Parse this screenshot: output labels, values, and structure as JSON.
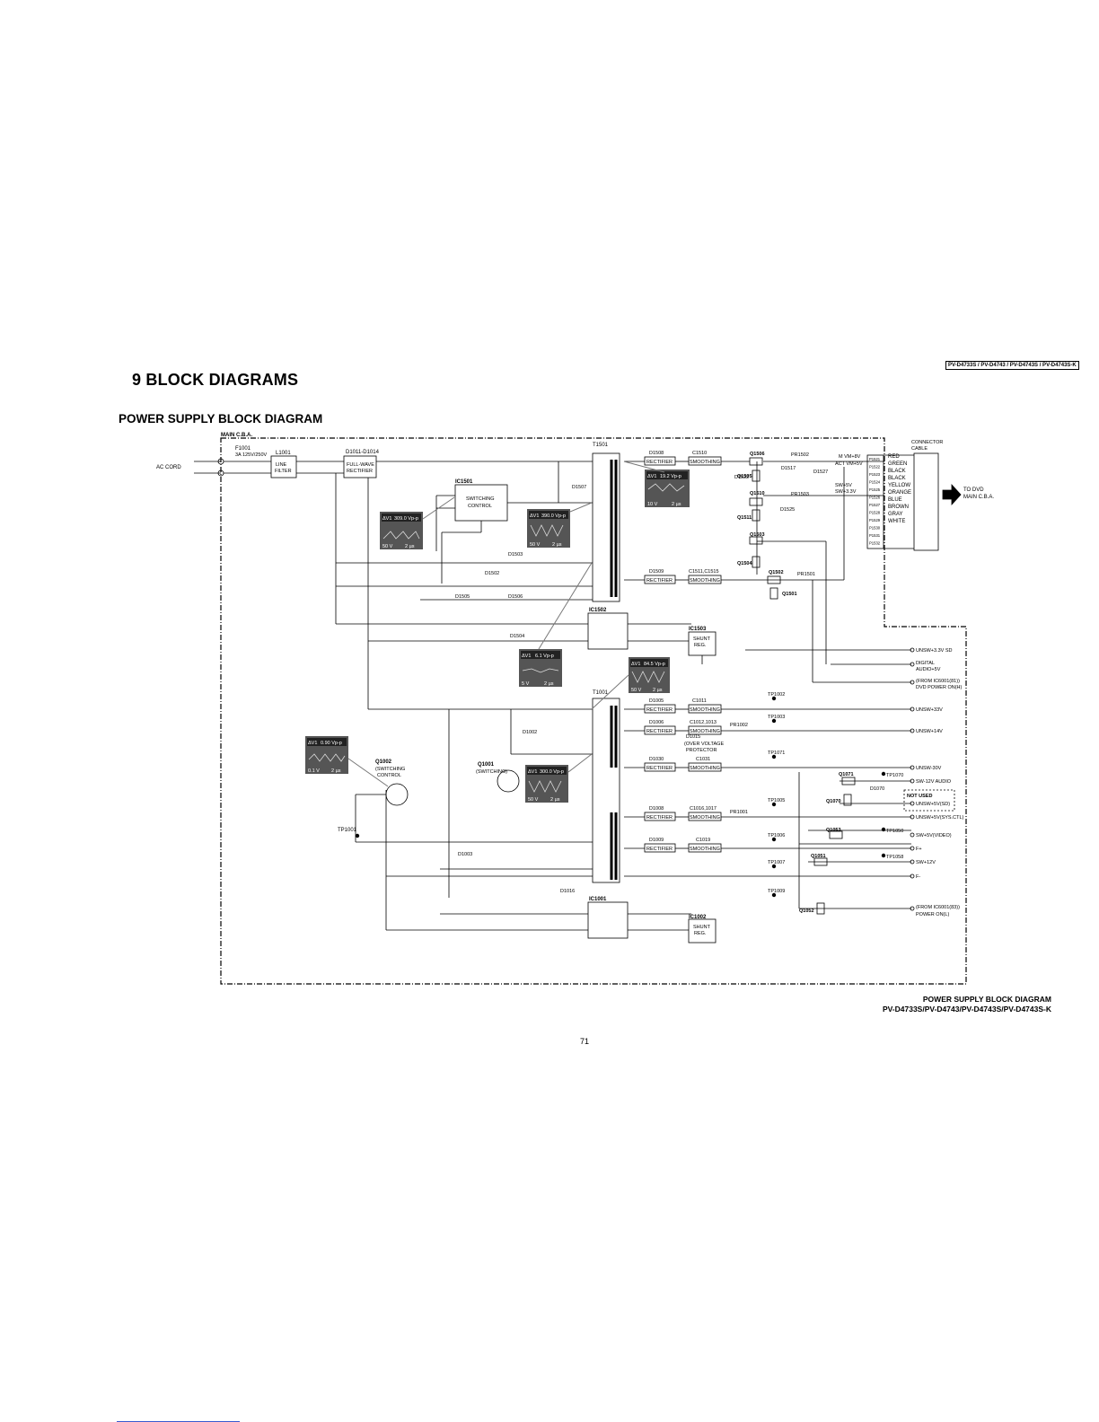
{
  "header": {
    "model_box": "PV-D4733S / PV-D4743 / PV-D4743S / PV-D4743S-K",
    "section_title": "9   BLOCK DIAGRAMS",
    "diagram_title": "POWER SUPPLY BLOCK DIAGRAM"
  },
  "footer": {
    "caption_line1": "POWER SUPPLY BLOCK DIAGRAM",
    "caption_line2": "PV-D4733S/PV-D4743/PV-D4743S/PV-D4743S-K",
    "page_number": "71"
  },
  "diagram": {
    "board_label": "MAIN C.B.A.",
    "ac_cord": "AC CORD",
    "fuse": {
      "ref": "F1001",
      "rating": "3A 125V/250V"
    },
    "line_filter": {
      "ref": "L1001",
      "line1": "LINE",
      "line2": "FILTER"
    },
    "rectifier_main": {
      "ref": "D1011-D1014",
      "line1": "FULL-WAVE",
      "line2": "RECTIFIER"
    },
    "ic1501": {
      "ref": "IC1501",
      "line1": "SWITCHING",
      "line2": "CONTROL"
    },
    "t1501": "T1501",
    "t1001": "T1001",
    "ic1502": "IC1502",
    "ic1503": {
      "ref": "IC1503",
      "line1": "SHUNT",
      "line2": "REG."
    },
    "ic1001": "IC1001",
    "ic1002": {
      "ref": "IC1002",
      "line1": "SHUNT",
      "line2": "REG."
    },
    "q1002": {
      "ref": "Q1002",
      "line1": "(SWITCHING",
      "line2": "CONTROL"
    },
    "q1001": {
      "ref": "Q1001",
      "line1": "(SWITCHING)"
    },
    "diodes": {
      "d1507": "D1507",
      "d1502": "D1502",
      "d1503": "D1503",
      "d1505": "D1505",
      "d1506": "D1506",
      "d1504": "D1504",
      "d1002": "D1002",
      "d1003": "D1003",
      "d1016": "D1016",
      "d1517": "D1517",
      "d1527": "D1527",
      "d1522": "D1522",
      "d1525": "D1525",
      "d1070": "D1070",
      "d1015": "D1015"
    },
    "d1015_note": {
      "line1": "(OVER VOLTAGE",
      "line2": "PROTECTOR"
    },
    "tp1001": "TP1001",
    "scopes": [
      {
        "v": "309.0 Vp-p",
        "scale": "50 V",
        "time": "2 µs"
      },
      {
        "v": "390.0 Vp-p",
        "scale": "50 V",
        "time": "2 µs"
      },
      {
        "v": "19.2 Vp-p",
        "scale": "10 V",
        "time": "2 µs"
      },
      {
        "v": "6.1 Vp-p",
        "scale": "5 V",
        "time": "2 µs"
      },
      {
        "v": "84.5 Vp-p",
        "scale": "50 V",
        "time": "2 µs"
      },
      {
        "v": "0.90 Vp-p",
        "scale": "0.1 V",
        "time": "2 µs"
      },
      {
        "v": "300.0 Vp-p",
        "scale": "50 V",
        "time": "2 µs"
      }
    ],
    "scope_delta": "ΔV1",
    "secondary_1501": [
      {
        "diode": "D1508",
        "cap": "C1510",
        "rect": "RECTIFIER",
        "smooth": "SMOOTHING"
      },
      {
        "diode": "D1509",
        "cap": "C1511,C1515",
        "rect": "RECTIFIER",
        "smooth": "SMOOTHING"
      }
    ],
    "secondary_1001": [
      {
        "diode": "D1005",
        "cap": "C1011",
        "rect": "RECTIFIER",
        "smooth": "SMOOTHING"
      },
      {
        "diode": "D1006",
        "cap": "C1012,1013",
        "rect": "RECTIFIER",
        "smooth": "SMOOTHING"
      },
      {
        "diode": "D1030",
        "cap": "C1031",
        "rect": "RECTIFIER",
        "smooth": "SMOOTHING"
      },
      {
        "diode": "D1008",
        "cap": "C1016,1017",
        "rect": "RECTIFIER",
        "smooth": "SMOOTHING"
      },
      {
        "diode": "D1009",
        "cap": "C1019",
        "rect": "RECTIFIER",
        "smooth": "SMOOTHING"
      }
    ],
    "transistors_right": {
      "q1506": "Q1506",
      "q1505": "Q1505",
      "q1510": "Q1510",
      "q1511": "Q1511",
      "q1503": "Q1503",
      "q1504": "Q1504",
      "q1502": "Q1502",
      "q1501": "Q1501",
      "q1071": "Q1071",
      "q1070": "Q1070",
      "q1053": "Q1053",
      "q1051": "Q1051",
      "q1052": "Q1052"
    },
    "resistors": {
      "pr1502": "PR1502",
      "pr1503": "PR1503",
      "pr1501": "PR1501",
      "pr1002": "PR1002",
      "pr1001": "PR1001"
    },
    "vm_labels": {
      "m_vm": "M VM+8V",
      "act_vm": "ACT VM+5V",
      "sw5": "SW+5V",
      "sw33": "SW+3.3V"
    },
    "connector": {
      "title_line1": "CONNECTOR",
      "title_line2": "CABLE",
      "pins": [
        "P1521",
        "P1522",
        "P1523",
        "P1524",
        "P1525",
        "P1526",
        "P1527",
        "P1528",
        "P1529",
        "P1530",
        "P1531",
        "P1532"
      ],
      "colors": [
        "RED",
        "GREEN",
        "BLACK",
        "BLACK",
        "YELLOW",
        "ORANGE",
        "BLUE",
        "BROWN",
        "GRAY",
        "WHITE"
      ],
      "to_line1": "TO DVD",
      "to_line2": "MAIN C.B.A."
    },
    "tps": [
      "TP1002",
      "TP1003",
      "TP1071",
      "TP1005",
      "TP1006",
      "TP1007",
      "TP1009",
      "TP1070",
      "TP1050",
      "TP1058"
    ],
    "outputs": {
      "unsw33sd": "UNSW+3.3V SD",
      "digital1": "DIGITAL",
      "digital2": "AUDIO+5V",
      "from1a": "(FROM IC6001(81))",
      "from1b": "DVD POWER ON(H)",
      "unsw33": "UNSW+33V",
      "unsw14": "UNSW+14V",
      "unsw30": "UNSW-30V",
      "sw12audio": "SW-12V AUDIO",
      "not_used": "NOT USED",
      "unsw5sd": "UNSW+5V(SD)",
      "unsw5sys": "UNSW+5V(SYS.CTL)",
      "sw5video": "SW+5V(VIDEO)",
      "fplus": "F+",
      "sw12": "SW+12V",
      "fminus": "F-",
      "from2a": "(FROM IC6001(83))",
      "from2b": "POWER ON(L)"
    }
  }
}
